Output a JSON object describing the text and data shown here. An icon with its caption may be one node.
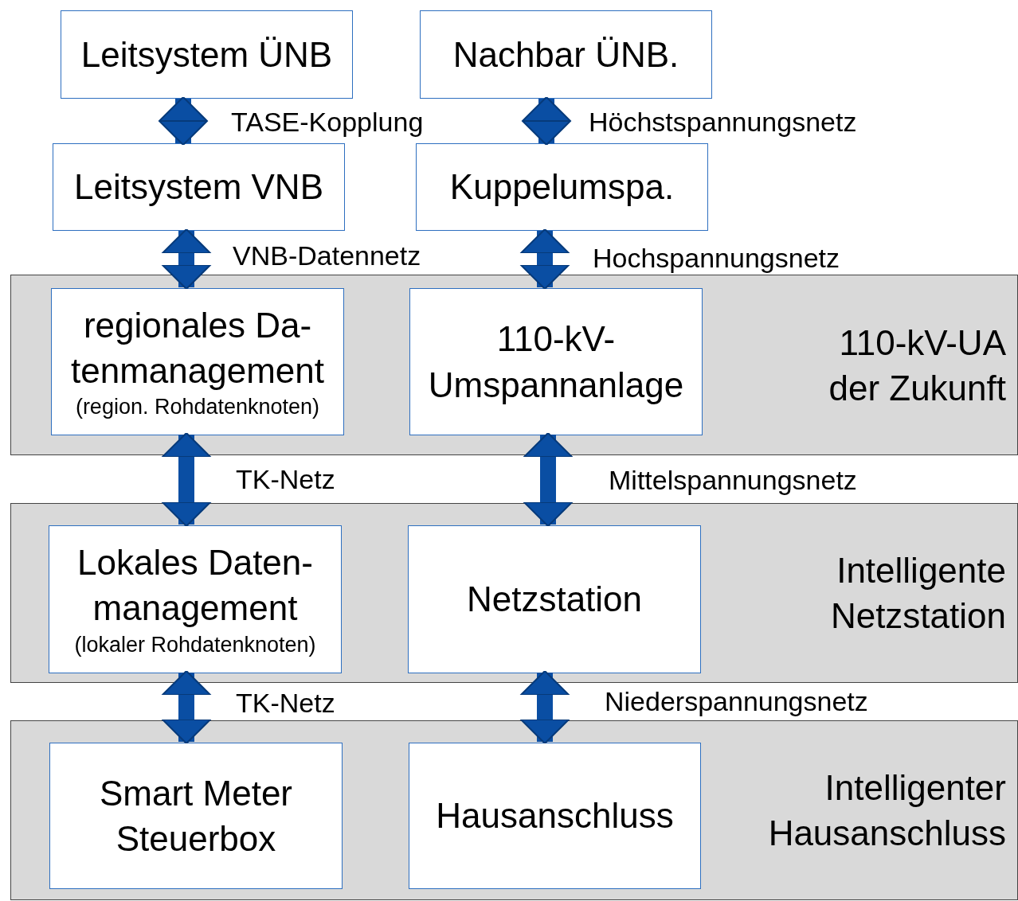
{
  "diagram": {
    "nodes": [
      {
        "text": [
          "Leitsystem ÜNB"
        ]
      },
      {
        "text": [
          "Nachbar ÜNB."
        ]
      },
      {
        "text": [
          "Leitsystem VNB"
        ]
      },
      {
        "text": [
          "Kuppelumspa."
        ]
      },
      {
        "text": [
          "110-kV-UA der Zukunft"
        ]
      },
      {
        "text": [
          "regionales Da- tenmanagement",
          "(region. Rohdatenknoten)"
        ],
        "in": 4
      },
      {
        "text": [
          "110-kV- Umspannanlage"
        ],
        "in": 4
      },
      {
        "text": [
          "Intelligente Netzstation"
        ]
      },
      {
        "text": [
          "Lokales Daten- management",
          "(lokaler Rohdatenknoten)"
        ],
        "in": 7
      },
      {
        "text": [
          "Netzstation"
        ],
        "in": 7
      },
      {
        "text": [
          "Intelligenter Hausanschluss"
        ]
      },
      {
        "text": [
          "Smart Meter Steuerbox"
        ],
        "in": 10
      },
      {
        "text": [
          "Hausanschluss"
        ],
        "in": 10
      }
    ],
    "edges": [
      {
        "from": 0,
        "to": 2,
        "arrow": "both",
        "label": "TASE-Kopplung"
      },
      {
        "from": 1,
        "to": 3,
        "arrow": "both",
        "label": "Höchstspannungsnetz"
      },
      {
        "from": 2,
        "to": 5,
        "arrow": "both",
        "label": "VNB-Datennetz"
      },
      {
        "from": 3,
        "to": 6,
        "arrow": "both",
        "label": "Hochspannungsnetz"
      },
      {
        "from": 5,
        "to": 8,
        "arrow": "both",
        "label": "TK-Netz"
      },
      {
        "from": 6,
        "to": 9,
        "arrow": "both",
        "label": "Mittelspannungsnetz"
      },
      {
        "from": 8,
        "to": 11,
        "arrow": "both",
        "label": "TK-Netz"
      },
      {
        "from": 9,
        "to": 12,
        "arrow": "both",
        "label": "Niederspannungsnetz"
      }
    ]
  }
}
